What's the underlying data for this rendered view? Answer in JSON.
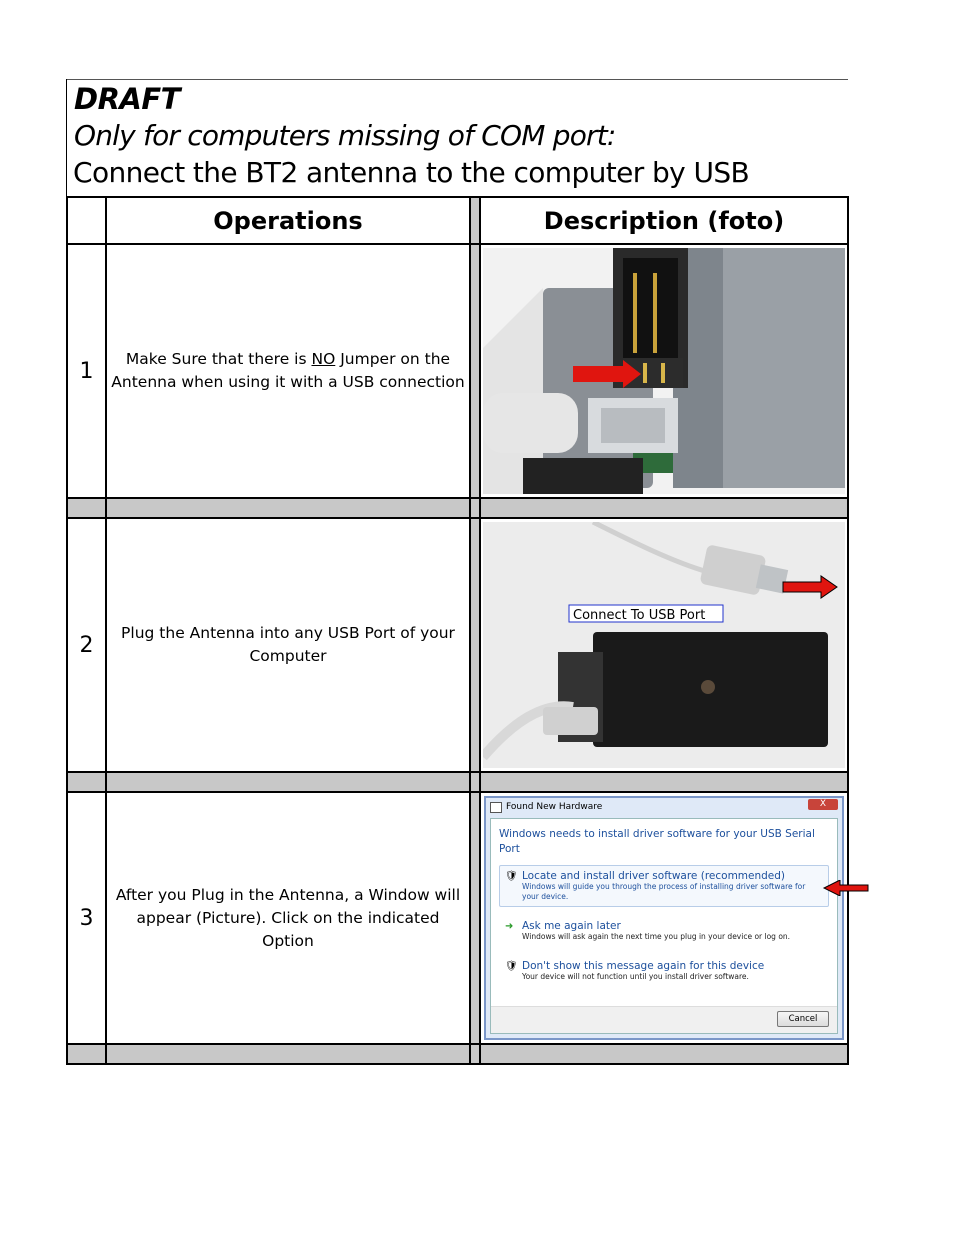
{
  "header": {
    "draft": "DRAFT",
    "subtitle": "Only for computers missing of  COM port:",
    "heading": "Connect the BT2 antenna to the computer by USB"
  },
  "table": {
    "col_operations": "Operations",
    "col_description": "Description (foto)",
    "steps": [
      {
        "num": "1",
        "text_pre": "Make Sure that there is ",
        "text_underline": "NO",
        "text_post": " Jumper on the Antenna when using it with a USB connection"
      },
      {
        "num": "2",
        "text": "Plug the Antenna into any USB Port of your Computer",
        "photo_label": "Connect To USB Port"
      },
      {
        "num": "3",
        "text": "After you Plug in the Antenna, a Window will appear (Picture). Click on the indicated Option"
      }
    ]
  },
  "dialog": {
    "title": "Found New Hardware",
    "close": "X",
    "message": "Windows needs to install driver software for your USB Serial Port",
    "options": [
      {
        "title": "Locate and install driver software (recommended)",
        "desc": "Windows will guide you through the process of installing driver software for your device."
      },
      {
        "title": "Ask me again later",
        "desc": "Windows will ask again the next time you plug in your device or log on."
      },
      {
        "title": "Don't show this message again for this device",
        "desc": "Your device will not function until you install driver software."
      }
    ],
    "cancel": "Cancel"
  },
  "colors": {
    "arrow": "#e0150f",
    "gray": "#c8c8c8"
  }
}
